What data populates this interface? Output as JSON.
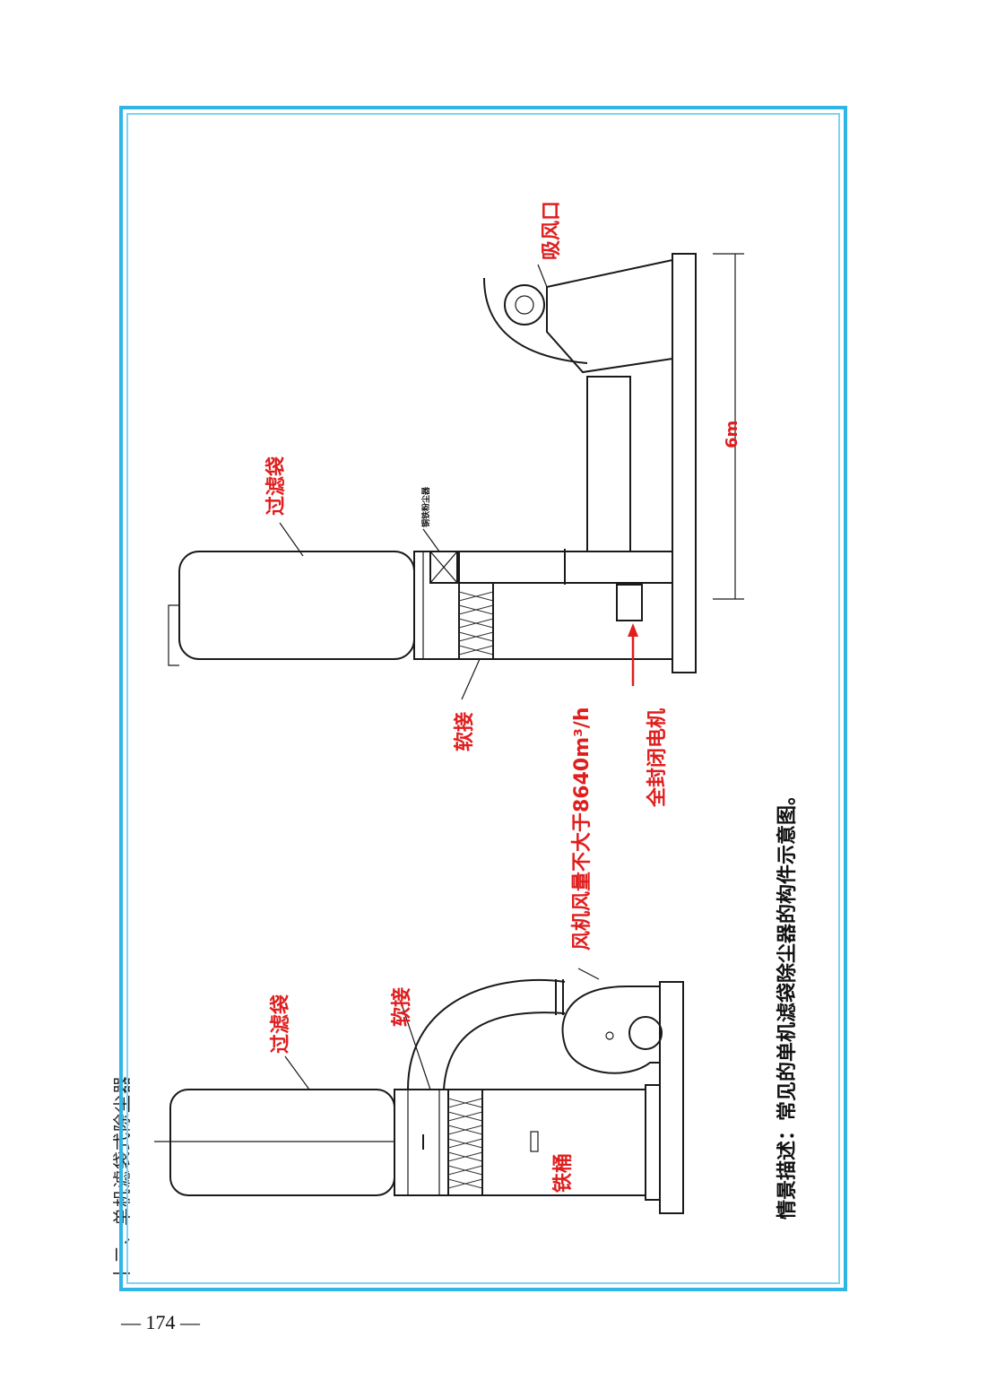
{
  "header": {
    "section_title": "十二、单机滤袋式除尘器"
  },
  "footer": {
    "page_number": "— 174 —"
  },
  "figure": {
    "labels": {
      "filter_bag_left": "过滤袋",
      "soft_joint_left": "软接",
      "iron_bucket": "铁桶",
      "fan_airflow": "风机风量不大于8640m³/h",
      "filter_bag_right": "过滤袋",
      "soft_joint_right": "软接",
      "sealed_motor": "全封闭电机",
      "suction_inlet": "吸风口",
      "dimension": "6m",
      "small_note": "铜铁粉尘器"
    },
    "caption": "情景描述：常见的单机滤袋除尘器的构件示意图。",
    "colors": {
      "frame": "#2fb5e6",
      "label": "#e01e1e"
    }
  }
}
